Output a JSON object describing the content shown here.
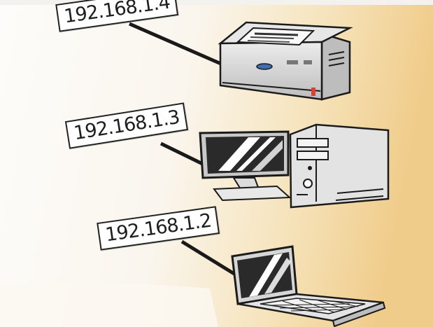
{
  "colors": {
    "background_left": "#fbfaf7",
    "background_right": "#f1cf8f",
    "line": "#1a1a1a",
    "device_body": "#d8d8d8",
    "screen": "#2a2a2a",
    "status_led": "#d9432f"
  },
  "devices": [
    {
      "name": "printer",
      "icon": "printer-icon",
      "ip": "192.168.1.4"
    },
    {
      "name": "desktop",
      "icon": "desktop-computer-icon",
      "ip": "192.168.1.3"
    },
    {
      "name": "laptop",
      "icon": "laptop-icon",
      "ip": "192.168.1.2"
    }
  ]
}
